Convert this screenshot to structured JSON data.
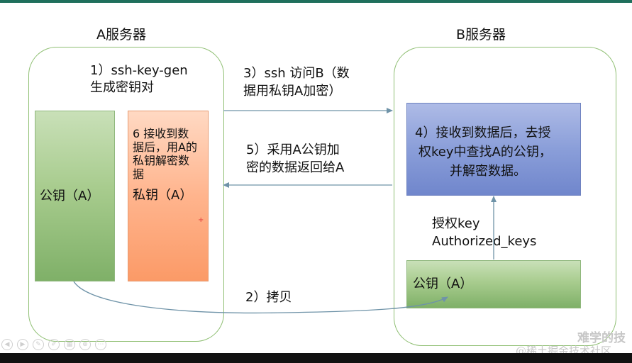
{
  "server_a": {
    "title": "A服务器"
  },
  "server_b": {
    "title": "B服务器"
  },
  "step1": {
    "line1": "1）ssh-key-gen",
    "line2": "生成密钥对"
  },
  "step3": {
    "line1": "3）ssh 访问B（数",
    "line2": "据用私钥A加密）"
  },
  "step5": {
    "line1": "5）采用A公钥加",
    "line2": "密的数据返回给A"
  },
  "step2": {
    "text": "2）拷贝"
  },
  "public_key_a": {
    "label": "公钥（A）"
  },
  "private_key_a": {
    "note_lines": [
      "6 接收到数",
      "据后，用A的",
      "私钥解密数",
      "据"
    ],
    "label": "私钥（A）"
  },
  "step4": {
    "line1": "4）接收到数据后，去授",
    "line2": "权key中查找A的公钥，",
    "line3": "并解密数据。"
  },
  "auth_keys": {
    "line1": "授权key",
    "line2": "Authorized_keys"
  },
  "public_key_b": {
    "label": "公钥（A）"
  },
  "colors": {
    "server_border": "#8fbf73",
    "green_box": "#a8cc8e",
    "orange_box": "#ffb48d",
    "blue_box": "#8a9ed9",
    "arrow": "#6f93a8"
  },
  "watermark": {
    "line1": "难学的技",
    "line2": "@稀土掘金技术社区"
  },
  "toolbar_icons": [
    "arrow-left-icon",
    "arrow-right-icon",
    "pen-icon",
    "pencil-icon",
    "grid-icon",
    "zoom-icon",
    "more-icon"
  ]
}
